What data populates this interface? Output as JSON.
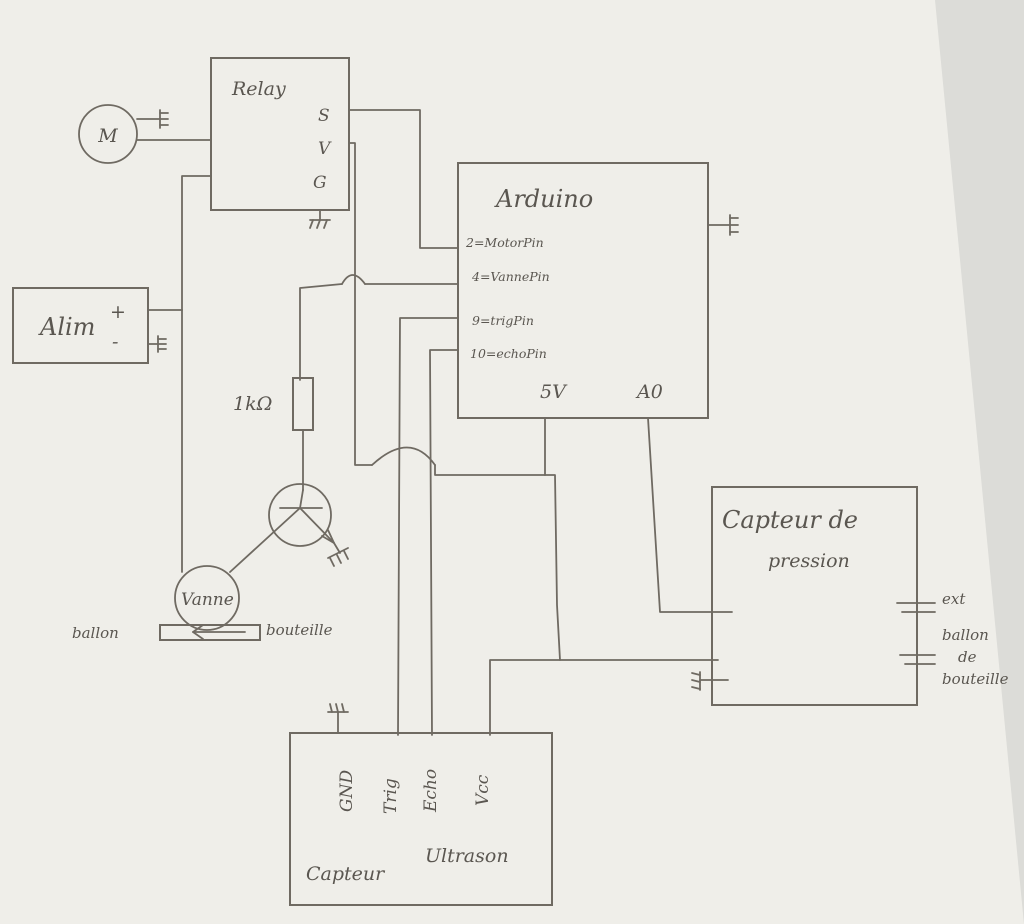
{
  "colors": {
    "paper": "#ecebe6",
    "pencil": "#6f6a62",
    "ink": "#5a5650"
  },
  "components": {
    "relay": {
      "title": "Relay",
      "pins": [
        "S",
        "V",
        "G"
      ]
    },
    "motor": {
      "symbol": "M"
    },
    "alim": {
      "title": "Alim",
      "plus": "+",
      "minus": "-"
    },
    "arduino": {
      "title": "Arduino",
      "pins": [
        "2=MotorPin",
        "4=VannePin",
        "9=trigPin",
        "10=echoPin"
      ],
      "bottom": [
        "5V",
        "A0"
      ]
    },
    "resistor": {
      "value": "1kΩ"
    },
    "valve": {
      "label": "Vanne",
      "left": "ballon",
      "right": "bouteille"
    },
    "pressure_sensor": {
      "title_1": "Capteur de",
      "title_2": "pression",
      "port_1": "ext",
      "port_2": [
        "ballon",
        "de",
        "bouteille"
      ]
    },
    "ultrasonic": {
      "pins": [
        "GND",
        "Trig",
        "Echo",
        "Vcc"
      ],
      "title_1": "Capteur",
      "title_2": "Ultrason"
    }
  }
}
